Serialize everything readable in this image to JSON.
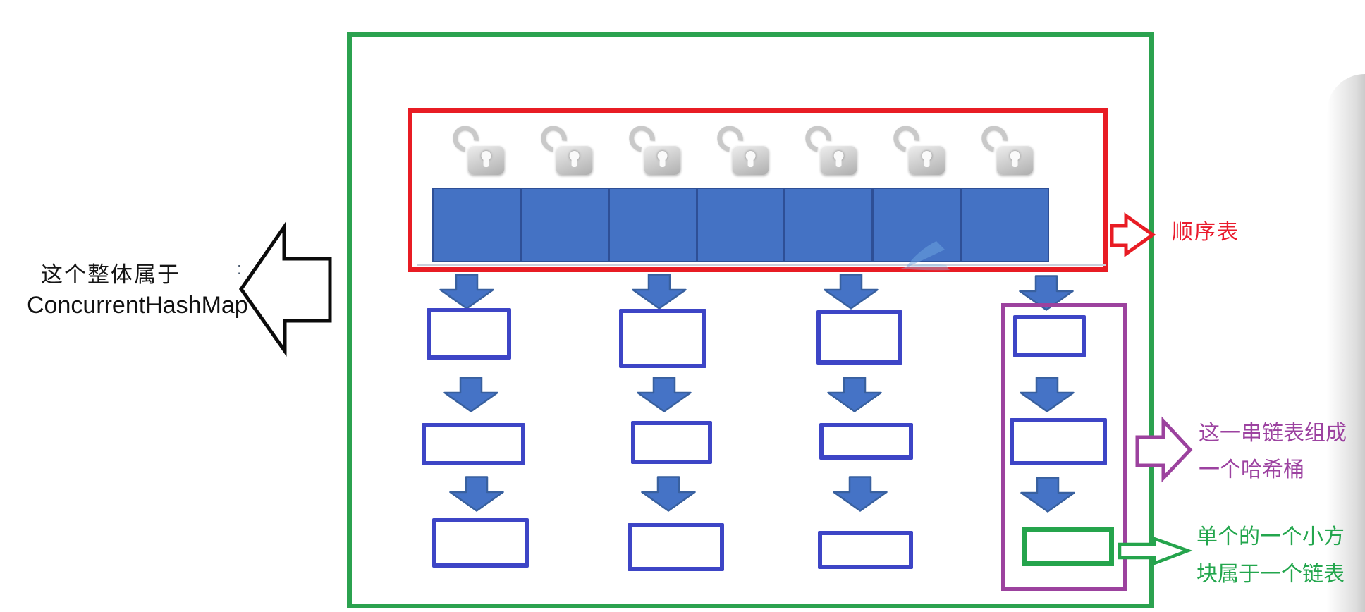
{
  "diagram_title": "ConcurrentHashMap structure diagram",
  "left_note": {
    "line1": "这个整体属于",
    "line2": "ConcurrentHashMap",
    "colon": ":"
  },
  "array_label": "顺序表",
  "bucket_note": {
    "line1": "这一串链表组成",
    "line2": "一个哈希桶"
  },
  "node_note": {
    "line1": "单个的一个小方",
    "line2": "块属于一个链表"
  },
  "array": {
    "segments": 7,
    "locks": 7
  },
  "chains": {
    "columns": 4,
    "rows": 3
  },
  "icons": {
    "lock": "open-lock-icon",
    "down_arrow": "down-arrow-icon",
    "left_block_arrow": "left-note-arrow-icon",
    "right_block_arrows": [
      "array-label-arrow-icon",
      "bucket-label-arrow-icon",
      "node-label-arrow-icon"
    ]
  },
  "colors": {
    "outer_box_green": "#2ba24f",
    "red_box": "#e81c24",
    "array_fill": "#4472c4",
    "array_border": "#2e4f96",
    "node_border": "#3d45c6",
    "arrow_fill": "#4573c6",
    "purple": "#9c429e",
    "green_annotation": "#25a44c",
    "red_label": "#ea1b2d",
    "black": "#161616",
    "lock_gray": "#c9c9c9"
  }
}
